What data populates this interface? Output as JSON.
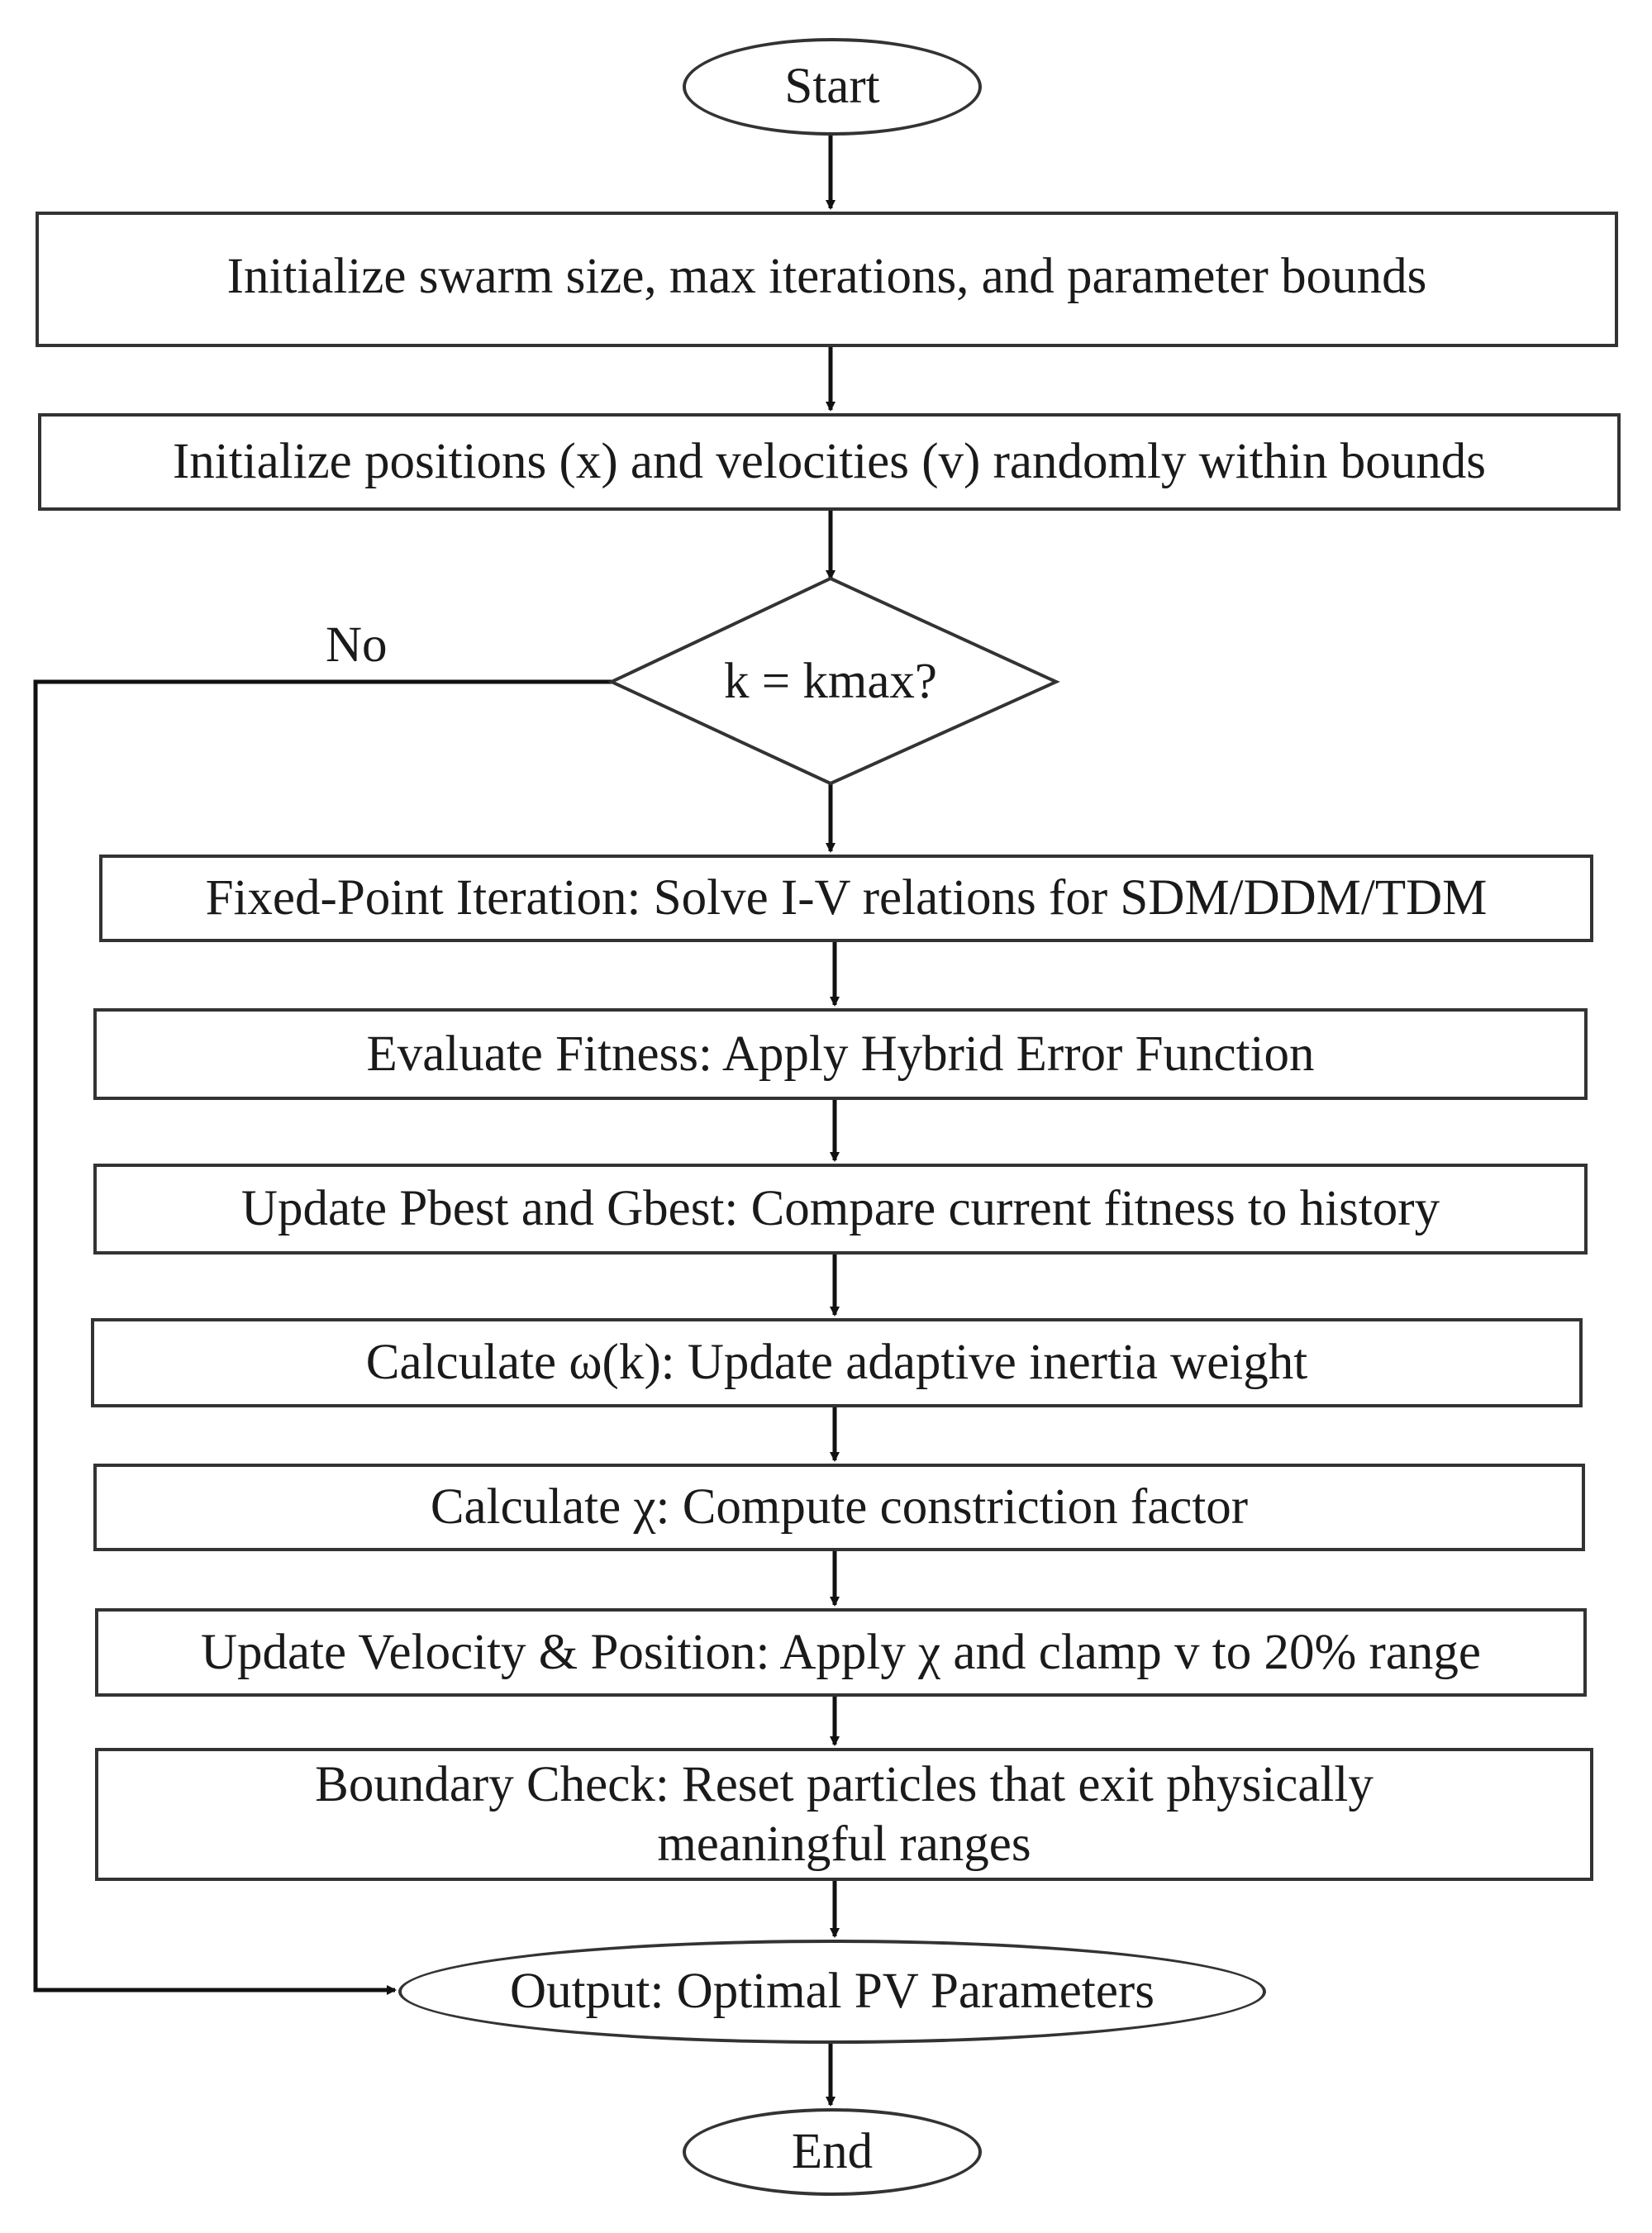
{
  "flowchart": {
    "start": "Start",
    "init_params": "Initialize swarm size, max iterations, and parameter bounds",
    "init_positions": "Initialize positions (x) and velocities (v) randomly within bounds",
    "decision": "k = kmax?",
    "decision_no_label": "No",
    "fixed_point": "Fixed-Point Iteration: Solve I-V relations for SDM/DDM/TDM",
    "evaluate_fitness": "Evaluate Fitness: Apply Hybrid Error Function",
    "update_best": "Update Pbest and Gbest: Compare current fitness to history",
    "calc_omega": "Calculate ω(k): Update adaptive inertia weight",
    "calc_chi": "Calculate χ: Compute constriction factor",
    "update_velocity": "Update Velocity & Position: Apply χ and clamp v to 20% range",
    "boundary_check": "Boundary Check: Reset particles that exit physically\nmeaningful ranges",
    "output": "Output: Optimal PV Parameters",
    "end": "End"
  }
}
